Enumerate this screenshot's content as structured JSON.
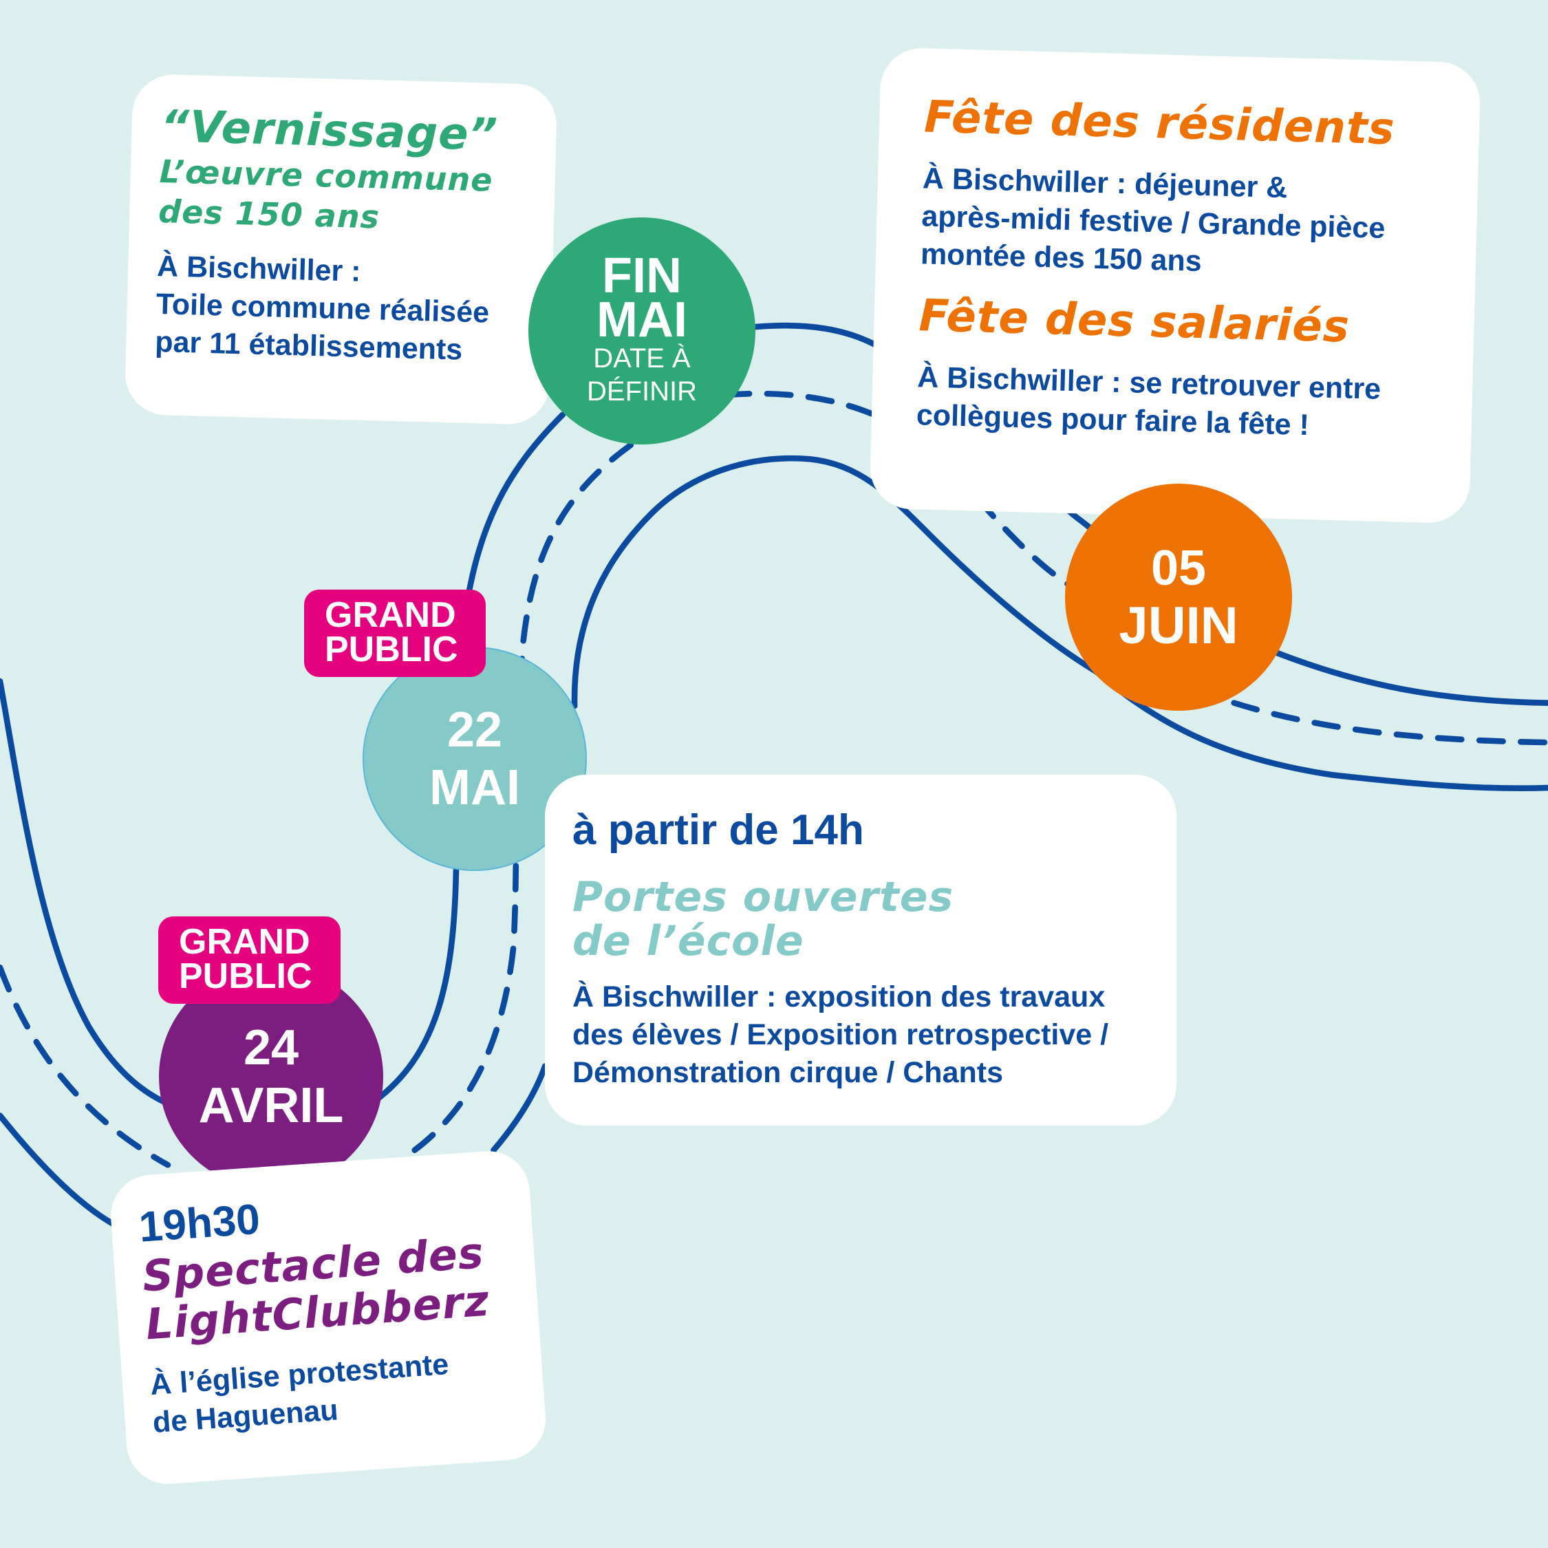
{
  "colors": {
    "background": "#dcefef",
    "river": "#0b4a9e",
    "green": "#2ea876",
    "orange": "#ee7203",
    "teal": "#86c9c9",
    "purple": "#7c1e7f",
    "pink": "#e5007d",
    "text": "#0b4a9e"
  },
  "vernissage": {
    "title": "“Vernissage”",
    "subtitle_1": "L’œuvre commune",
    "subtitle_2": "des 150 ans",
    "line_1": "À Bischwiller :",
    "line_2": "Toile commune réalisée",
    "line_3": "par 11 établissements"
  },
  "fin_mai": {
    "line_1": "FIN",
    "line_2": "MAI",
    "note_1": "DATE À",
    "note_2": "DÉFINIR"
  },
  "fetes": {
    "residents_title": "Fête des résidents",
    "residents_1": "À Bischwiller : déjeuner &",
    "residents_2": "après-midi festive / Grande pièce",
    "residents_3": "montée des 150 ans",
    "salaries_title": "Fête des salariés",
    "salaries_1": "À Bischwiller : se retrouver entre",
    "salaries_2": "collègues pour faire la fête !"
  },
  "juin": {
    "day": "05",
    "month": "JUIN"
  },
  "mai22": {
    "tag_1": "GRAND",
    "tag_2": "PUBLIC",
    "day": "22",
    "month": "MAI"
  },
  "portes": {
    "time": "à partir de 14h",
    "title_1": "Portes ouvertes",
    "title_2": "de l’école",
    "line_1": "À Bischwiller : exposition des travaux",
    "line_2": "des élèves / Exposition retrospective /",
    "line_3": "Démonstration cirque / Chants"
  },
  "avril": {
    "tag_1": "GRAND",
    "tag_2": "PUBLIC",
    "day": "24",
    "month": "AVRIL"
  },
  "spectacle": {
    "time": "19h30",
    "title_1": "Spectacle des",
    "title_2": "LightClubberz",
    "line_1": "À l’église protestante",
    "line_2": "de Haguenau"
  }
}
